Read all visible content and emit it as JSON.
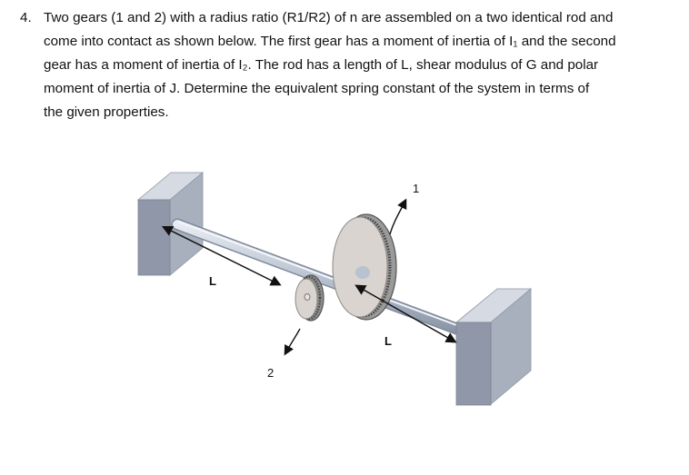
{
  "problem": {
    "number": "4.",
    "line1": "Two gears (1 and 2) with a radius ratio (R1/R2) of n are assembled on a two identical rod and",
    "line2": "come into contact as shown below. The first gear has a moment of inertia of I₁ and the second",
    "line3": "gear has a moment of inertia of I₂. The rod has a length of L, shear modulus of G and polar",
    "line4": "moment of inertia of J.  Determine the equivalent spring constant of the system in terms of",
    "line5": "the given properties."
  },
  "figure": {
    "label_gear1": "1",
    "label_gear2": "2",
    "label_length_left": "L",
    "label_length_right": "L"
  }
}
